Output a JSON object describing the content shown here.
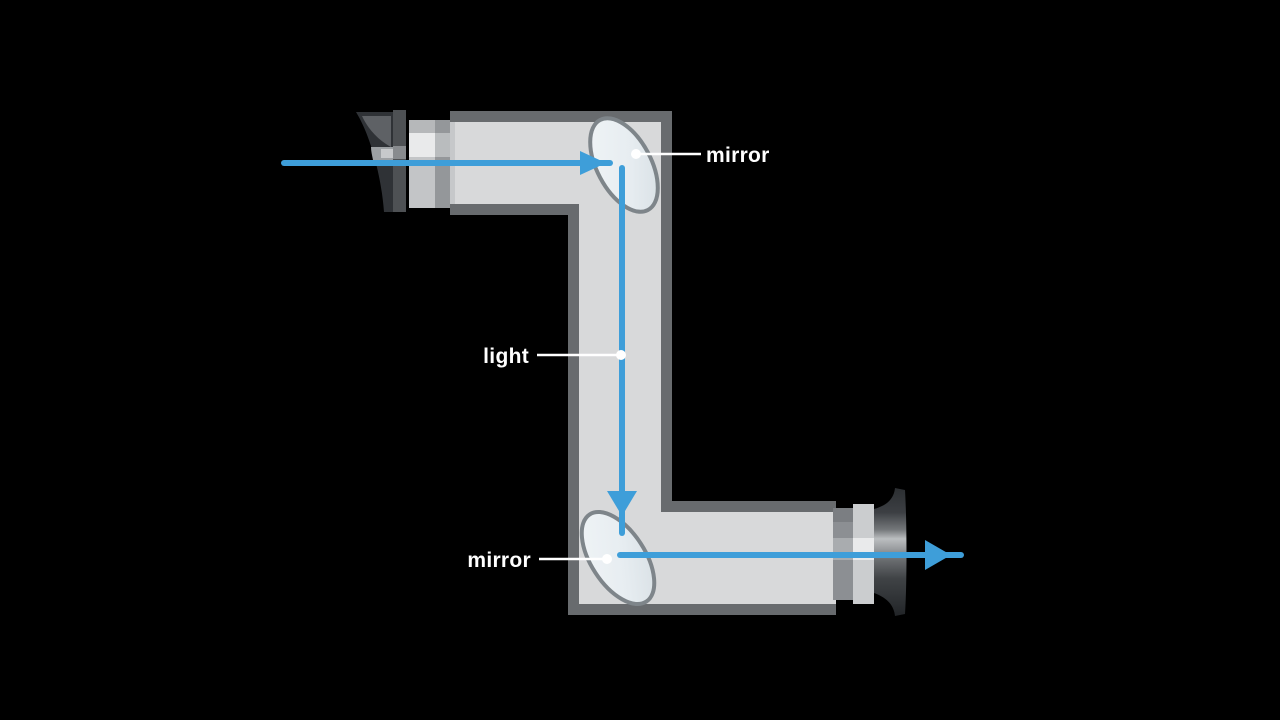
{
  "labels": {
    "mirror_top": "mirror",
    "light": "light",
    "mirror_bottom": "mirror"
  },
  "colors": {
    "background": "#000000",
    "light_ray": "#3E9ED9",
    "tube_border": "#686B6E",
    "tube_interior": "#D8D9DA",
    "mirror_edge": "#7E858A",
    "mirror_fill_light": "#EFF3F5",
    "mirror_fill_shade": "#D7DFE4",
    "funnel_dark": "#2F3236",
    "callout": "#FFFFFF",
    "label_text": "#FFFFFF"
  }
}
